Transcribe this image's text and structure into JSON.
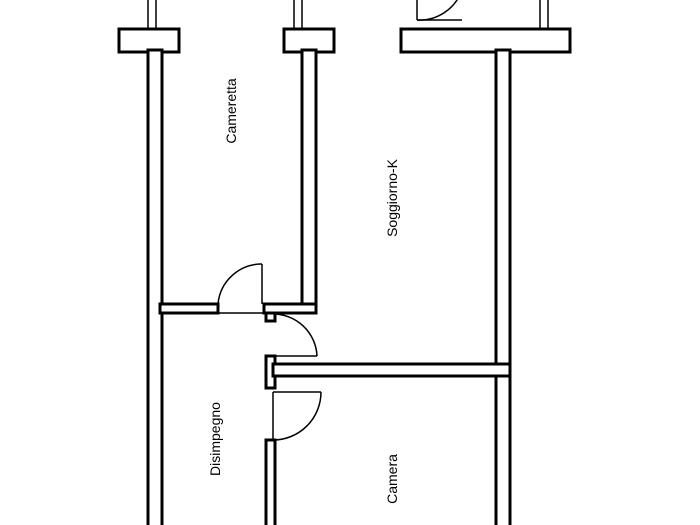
{
  "plan": {
    "rooms": {
      "cameretta": "Cameretta",
      "soggiorno": "Soggiorno-K",
      "disimpegno": "Disimpegno",
      "camera": "Camera"
    }
  }
}
